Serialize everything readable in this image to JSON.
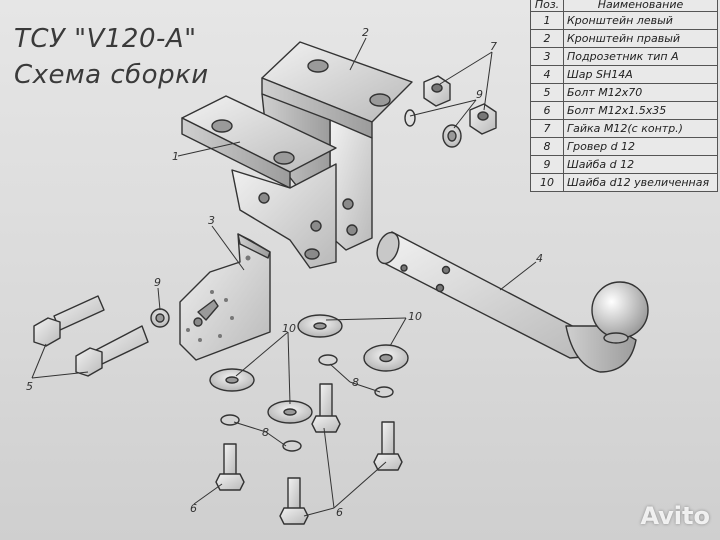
{
  "title": {
    "line1": "ТСУ \"V120-A\"",
    "line2": "Схема сборки"
  },
  "table": {
    "col_pos": "Поз.",
    "col_name": "Наименование",
    "rows": [
      {
        "pos": "1",
        "name": "Кронштейн левый"
      },
      {
        "pos": "2",
        "name": "Кронштейн правый"
      },
      {
        "pos": "3",
        "name": "Подрозетник тип А"
      },
      {
        "pos": "4",
        "name": "Шар SH14A"
      },
      {
        "pos": "5",
        "name": "Болт M12x70"
      },
      {
        "pos": "6",
        "name": "Болт M12x1.5x35"
      },
      {
        "pos": "7",
        "name": "Гайка M12(с контр.)"
      },
      {
        "pos": "8",
        "name": "Гровер d 12"
      },
      {
        "pos": "9",
        "name": "Шайба d 12"
      },
      {
        "pos": "10",
        "name": "Шайба d12 увеличенная"
      }
    ]
  },
  "callouts": {
    "c1": "1",
    "c2": "2",
    "c3": "3",
    "c4": "4",
    "c5": "5",
    "c6a": "6",
    "c6b": "6",
    "c7": "7",
    "c8a": "8",
    "c8b": "8",
    "c9a": "9",
    "c9b": "9",
    "c10a": "10",
    "c10b": "10"
  },
  "watermark": "Avito"
}
